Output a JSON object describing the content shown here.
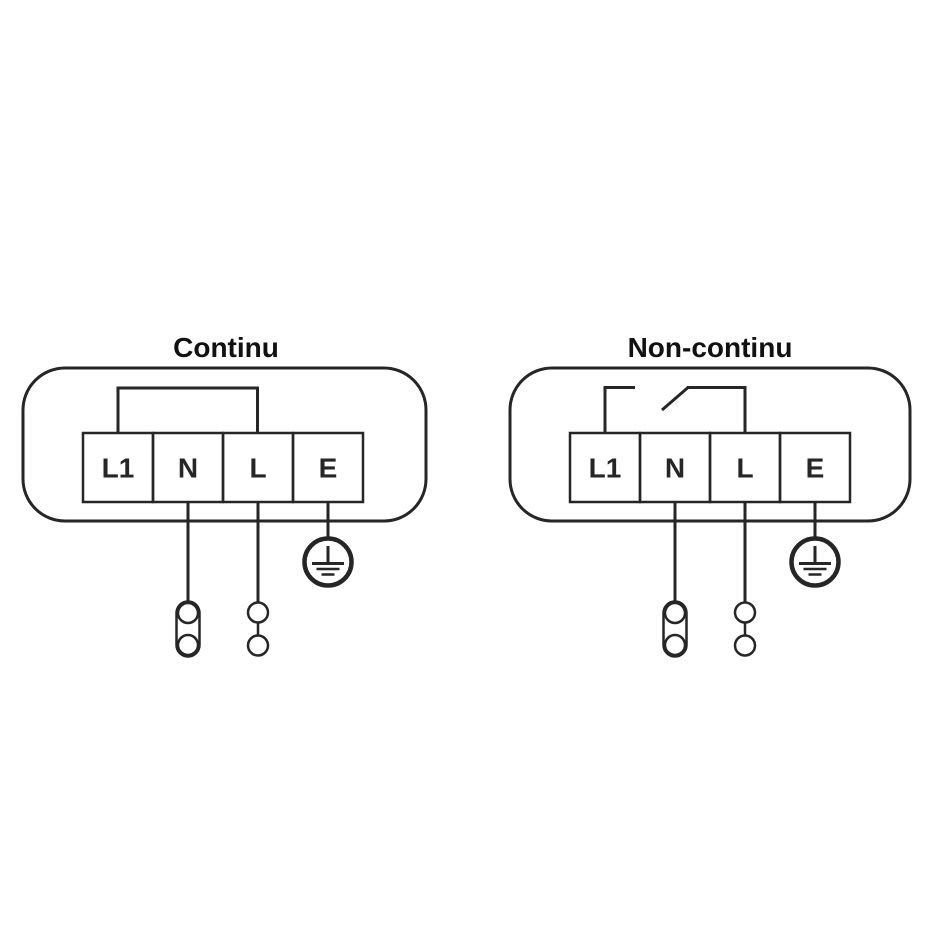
{
  "canvas": {
    "background": "#ffffff",
    "line_color": "#262626",
    "text_color": "#111111"
  },
  "diagrams": [
    {
      "title": "Continu",
      "terminals": [
        {
          "label": "L1"
        },
        {
          "label": "N"
        },
        {
          "label": "L"
        },
        {
          "label": "E"
        }
      ],
      "icons": {
        "earth": "protective-earth-ground-icon",
        "neutral_connector": "capsule-two-circle-connector-icon",
        "line_connector": "two-circle-chain-connector-icon"
      }
    },
    {
      "title": "Non-continu",
      "terminals": [
        {
          "label": "L1"
        },
        {
          "label": "N"
        },
        {
          "label": "L"
        },
        {
          "label": "E"
        }
      ],
      "icons": {
        "switch": "open-switch-contact-icon",
        "earth": "protective-earth-ground-icon",
        "neutral_connector": "capsule-two-circle-connector-icon",
        "line_connector": "two-circle-chain-connector-icon"
      }
    }
  ]
}
